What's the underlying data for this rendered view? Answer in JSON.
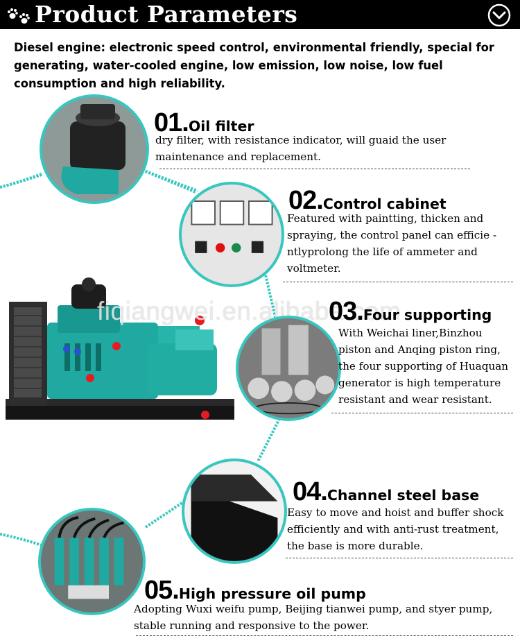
{
  "header": {
    "title": "Product Parameters"
  },
  "intro": "Diesel engine: electronic speed control, environmental friendly, special for generating, water-cooled engine, low emission, low noise, low fuel consumption and high reliability.",
  "watermark": "fiqiangwei.en.alibaba.com",
  "colors": {
    "header_bg": "#000000",
    "ring": "#36c8c0",
    "generator_body": "#1fa9a0"
  },
  "sections": [
    {
      "number": "01.",
      "title": "Oil filter",
      "description": "dry filter, with resistance indicator, will guaid the user maintenance and replacement."
    },
    {
      "number": "02.",
      "title": "Control cabinet",
      "description": "Featured with paintting, thicken and spraying, the control panel can efficie -ntlyprolong the life of ammeter and voltmeter."
    },
    {
      "number": "03.",
      "title": "Four supporting",
      "description": "With Weichai liner,Binzhou piston and Anqing piston ring, the four supporting of Huaquan generator is high temperature resistant and wear resistant."
    },
    {
      "number": "04.",
      "title": "Channel steel base",
      "description": "Easy to move and hoist and buffer shock efficiently and with anti-rust treatment, the base is more durable."
    },
    {
      "number": "05.",
      "title": "High pressure oil pump",
      "description": "Adopting Wuxi weifu pump, Beijing tianwei pump, and styer pump, stable running and responsive to the power."
    }
  ]
}
